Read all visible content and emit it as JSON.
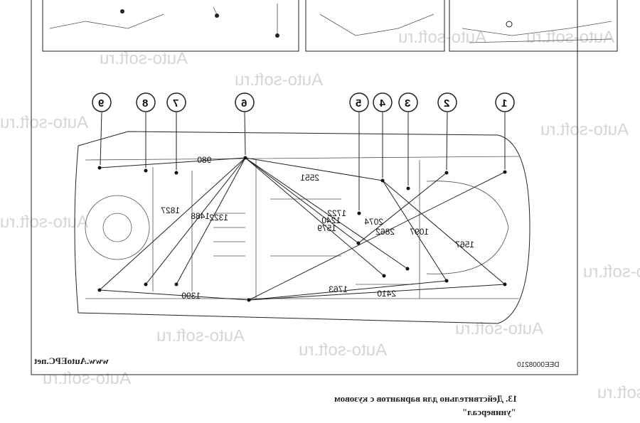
{
  "diagram": {
    "callouts": [
      "1",
      "2",
      "3",
      "4",
      "5",
      "6",
      "7",
      "8",
      "9"
    ],
    "dimensions": [
      "980",
      "2551",
      "1827",
      "1488",
      "1322",
      "1722",
      "1240",
      "1579",
      "2074",
      "2862",
      "1097",
      "1567",
      "1390",
      "1763",
      "2410"
    ],
    "source_label": "www.AutoEPC.net",
    "figure_code": "DEE0008210"
  },
  "footnote": {
    "line1": "13. Действительно для вариантов с кузовом",
    "line2": "\"универсал\""
  },
  "watermark": "Auto-soft.ru"
}
